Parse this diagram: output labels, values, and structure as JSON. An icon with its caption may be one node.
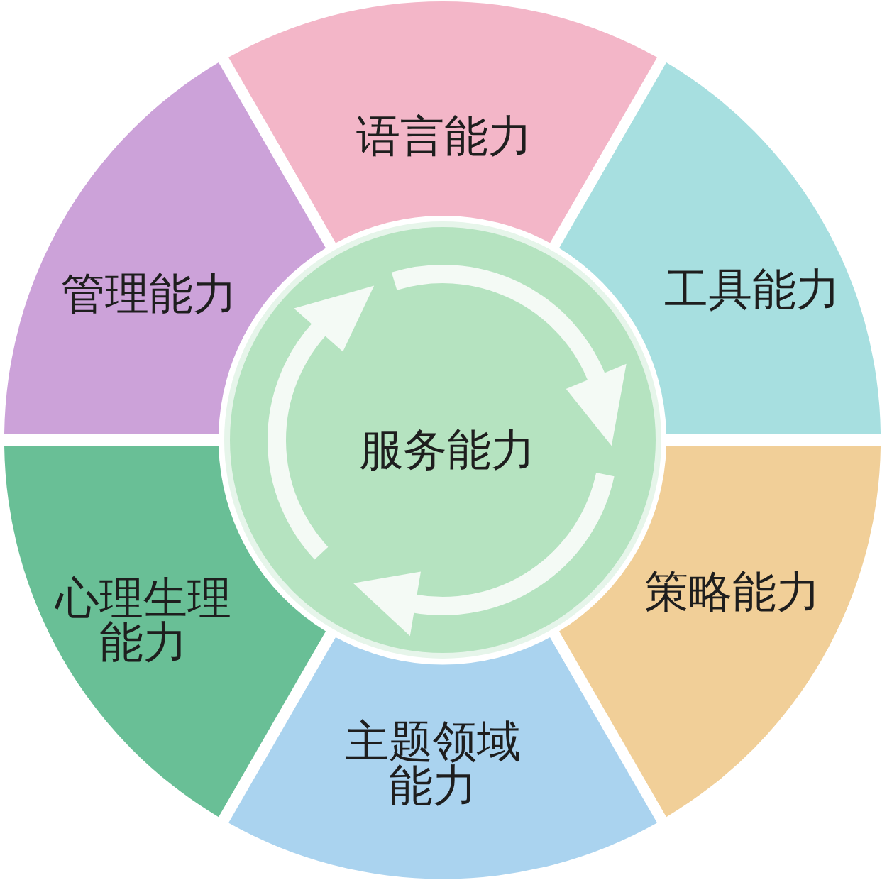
{
  "diagram": {
    "nodes": [
      {
        "text": [
          "语言能力"
        ]
      },
      {
        "text": [
          "工具能力"
        ]
      },
      {
        "text": [
          "策略能力"
        ]
      },
      {
        "text": [
          "主题领域能力"
        ]
      },
      {
        "text": [
          "心理生理能力"
        ]
      },
      {
        "text": [
          "管理能力"
        ]
      },
      {
        "text": [
          "服务能力"
        ]
      }
    ]
  }
}
